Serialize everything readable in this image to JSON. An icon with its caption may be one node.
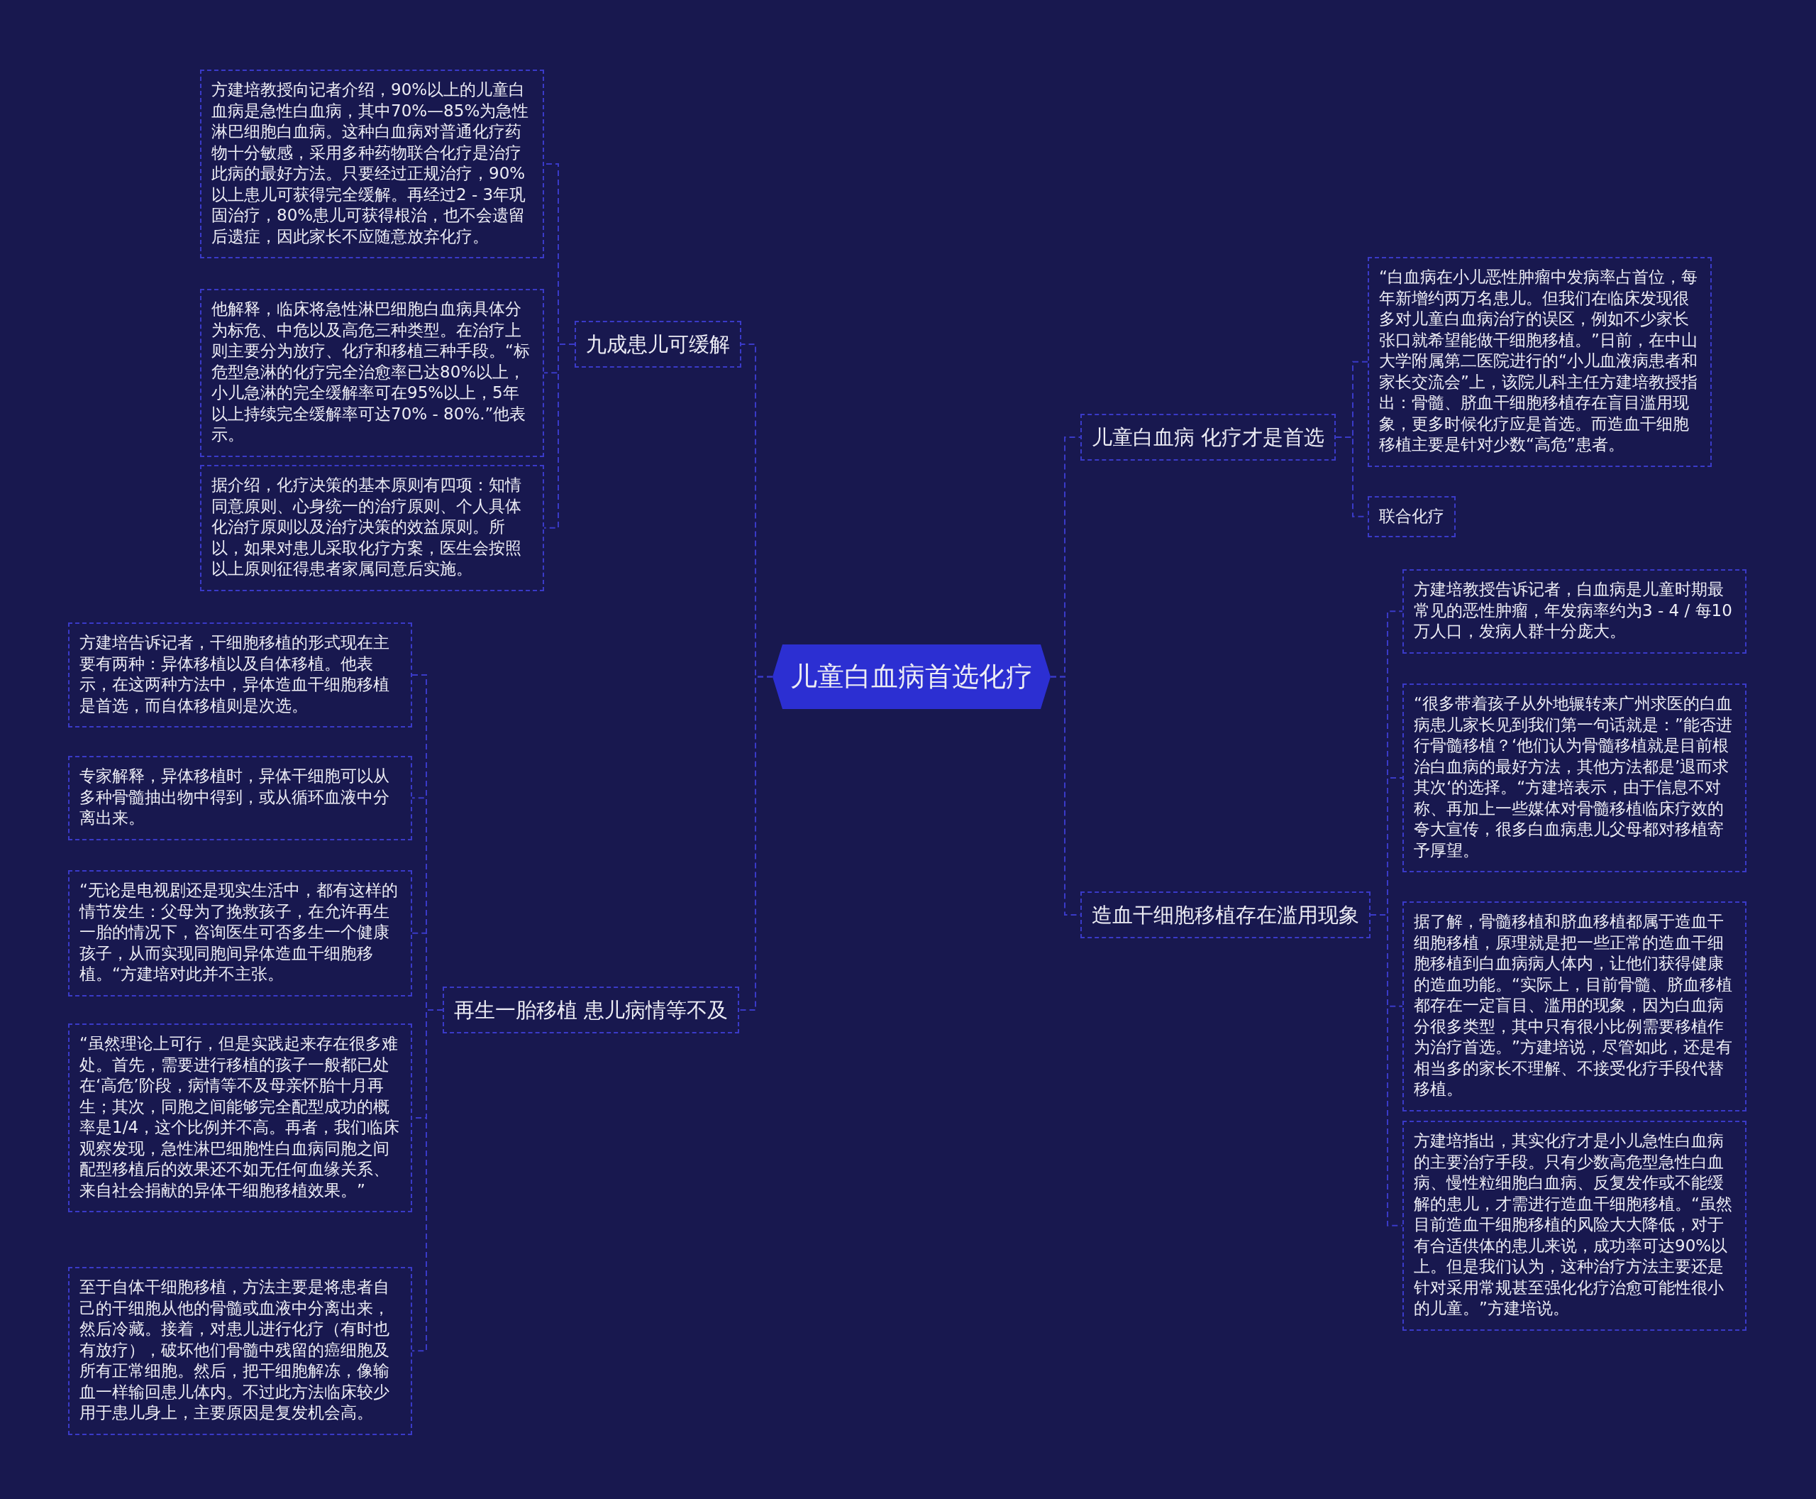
{
  "diagram": {
    "nodes": [
      {
        "text": [
          "儿童白血病首选化疗"
        ]
      },
      {
        "text": [
          "九成患儿可缓解"
        ]
      },
      {
        "text": [
          "方建培教授向记者介绍，90%以上的儿童白血病是急性白血病，其中70%—85%为急性淋巴细胞白血病。这种白血病对普通化疗药物十分敏感，采用多种药物联合化疗是治疗此病的最好方法。只要经过正规治疗，90%以上患儿可获得完全缓解。再经过2 - 3年巩固治疗，80%患儿可获得根治，也不会遗留后遗症，因此家长不应随意放弃化疗。"
        ]
      },
      {
        "text": [
          "他解释，临床将急性淋巴细胞白血病具体分为标危、中危以及高危三种类型。在治疗上则主要分为放疗、化疗和移植三种手段。“标危型急淋的化疗完全治愈率已达80%以上，小儿急淋的完全缓解率可在95%以上，5年以上持续完全缓解率可达70% - 80%.”他表示。"
        ]
      },
      {
        "text": [
          "据介绍，化疗决策的基本原则有四项：知情同意原则、心身统一的治疗原则、个人具体化治疗原则以及治疗决策的效益原则。所以，如果对患儿采取化疗方案，医生会按照以上原则征得患者家属同意后实施。"
        ]
      },
      {
        "text": [
          "再生一胎移植 患儿病情等不及"
        ]
      },
      {
        "text": [
          "方建培告诉记者，干细胞移植的形式现在主要有两种：异体移植以及自体移植。他表示，在这两种方法中，异体造血干细胞移植是首选，而自体移植则是次选。"
        ]
      },
      {
        "text": [
          "专家解释，异体移植时，异体干细胞可以从多种骨髓抽出物中得到，或从循环血液中分离出来。"
        ]
      },
      {
        "text": [
          "“无论是电视剧还是现实生活中，都有这样的情节发生：父母为了挽救孩子，在允许再生一胎的情况下，咨询医生可否多生一个健康孩子，从而实现同胞间异体造血干细胞移植。“方建培对此并不主张。"
        ]
      },
      {
        "text": [
          "“虽然理论上可行，但是实践起来存在很多难处。首先，需要进行移植的孩子一般都已处在‘高危’阶段，病情等不及母亲怀胎十月再生；其次，同胞之间能够完全配型成功的概率是1/4，这个比例并不高。再者，我们临床观察发现，急性淋巴细胞性白血病同胞之间配型移植后的效果还不如无任何血缘关系、来自社会捐献的异体干细胞移植效果。”"
        ]
      },
      {
        "text": [
          "至于自体干细胞移植，方法主要是将患者自己的干细胞从他的骨髓或血液中分离出来，然后冷藏。接着，对患儿进行化疗（有时也有放疗），破坏他们骨髓中残留的癌细胞及所有正常细胞。然后，把干细胞解冻，像输血一样输回患儿体内。不过此方法临床较少用于患儿身上，主要原因是复发机会高。"
        ]
      },
      {
        "text": [
          "儿童白血病 化疗才是首选"
        ]
      },
      {
        "text": [
          "“白血病在小儿恶性肿瘤中发病率占首位，每年新增约两万名患儿。但我们在临床发现很多对儿童白血病治疗的误区，例如不少家长张口就希望能做干细胞移植。”日前，在中山大学附属第二医院进行的“小儿血液病患者和家长交流会”上，该院儿科主任方建培教授指出：骨髓、脐血干细胞移植存在盲目滥用现象，更多时候化疗应是首选。而造血干细胞移植主要是针对少数“高危”患者。"
        ]
      },
      {
        "text": [
          "联合化疗"
        ]
      },
      {
        "text": [
          "造血干细胞移植存在滥用现象"
        ]
      },
      {
        "text": [
          "方建培教授告诉记者，白血病是儿童时期最常见的恶性肿瘤，年发病率约为3 - 4 / 每10万人口，发病人群十分庞大。"
        ]
      },
      {
        "text": [
          "“很多带着孩子从外地辗转来广州求医的白血病患儿家长见到我们第一句话就是：”能否进行骨髓移植？‘他们认为骨髓移植就是目前根治白血病的最好方法，其他方法都是’退而求其次‘的选择。“方建培表示，由于信息不对称、再加上一些媒体对骨髓移植临床疗效的夸大宣传，很多白血病患儿父母都对移植寄予厚望。"
        ]
      },
      {
        "text": [
          "据了解，骨髓移植和脐血移植都属于造血干细胞移植，原理就是把一些正常的造血干细胞移植到白血病病人体内，让他们获得健康的造血功能。“实际上，目前骨髓、脐血移植都存在一定盲目、滥用的现象，因为白血病分很多类型，其中只有很小比例需要移植作为治疗首选。”方建培说，尽管如此，还是有相当多的家长不理解、不接受化疗手段代替移植。"
        ]
      },
      {
        "text": [
          "方建培指出，其实化疗才是小儿急性白血病的主要治疗手段。只有少数高危型急性白血病、慢性粒细胞白血病、反复发作或不能缓解的患儿，才需进行造血干细胞移植。“虽然目前造血干细胞移植的风险大大降低，对于有合适供体的患儿来说，成功率可达90%以上。但是我们认为，这种治疗方法主要还是针对采用常规甚至强化化疗治愈可能性很小的儿童。”方建培说。"
        ]
      }
    ],
    "edges": [
      {
        "from": 0,
        "to": 1,
        "arrow": "none"
      },
      {
        "from": 1,
        "to": 2,
        "arrow": "none"
      },
      {
        "from": 1,
        "to": 3,
        "arrow": "none"
      },
      {
        "from": 1,
        "to": 4,
        "arrow": "none"
      },
      {
        "from": 0,
        "to": 5,
        "arrow": "none"
      },
      {
        "from": 5,
        "to": 6,
        "arrow": "none"
      },
      {
        "from": 5,
        "to": 7,
        "arrow": "none"
      },
      {
        "from": 5,
        "to": 8,
        "arrow": "none"
      },
      {
        "from": 5,
        "to": 9,
        "arrow": "none"
      },
      {
        "from": 5,
        "to": 10,
        "arrow": "none"
      },
      {
        "from": 0,
        "to": 11,
        "arrow": "none"
      },
      {
        "from": 11,
        "to": 12,
        "arrow": "none"
      },
      {
        "from": 11,
        "to": 13,
        "arrow": "none"
      },
      {
        "from": 0,
        "to": 14,
        "arrow": "none"
      },
      {
        "from": 14,
        "to": 15,
        "arrow": "none"
      },
      {
        "from": 14,
        "to": 16,
        "arrow": "none"
      },
      {
        "from": 14,
        "to": 17,
        "arrow": "none"
      },
      {
        "from": 14,
        "to": 18,
        "arrow": "none"
      }
    ]
  }
}
